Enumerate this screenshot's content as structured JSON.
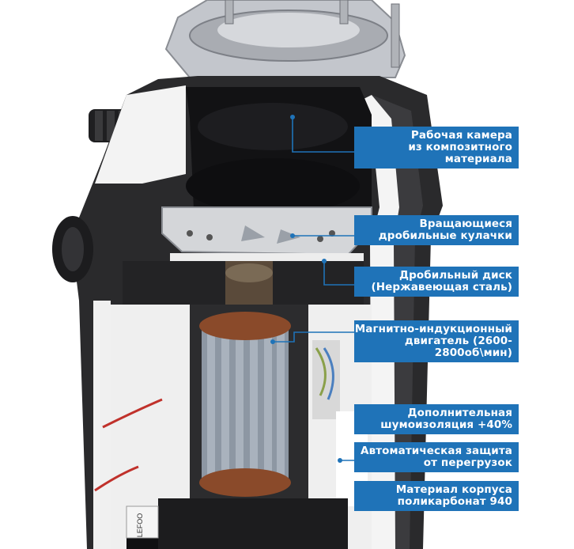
{
  "colors": {
    "accent": "#1f73b8",
    "housing": "#2a2a2c",
    "cutaway": "#ffffff",
    "metal": "#b9bcc2",
    "motor": "#8d97a3",
    "copper": "#8a4a2a"
  },
  "labels": [
    {
      "line1": "Рабочая камера",
      "line2": "из композитного материала"
    },
    {
      "line1": "Вращающиеся",
      "line2": "дробильные кулачки"
    },
    {
      "line1": "Дробильный диск",
      "line2": "(Нержавеющая сталь)"
    },
    {
      "line1": "Магнитно-индукционный",
      "line2": "двигатель (2600-2800об\\мин)"
    },
    {
      "line1": "Дополнительная",
      "line2": "шумоизоляция +40%"
    },
    {
      "line1": "Автоматическая защита",
      "line2": "от перегрузок"
    },
    {
      "line1": "Материал корпуса",
      "line2": "поликарбонат 940"
    }
  ],
  "stamp_text": "LEFOO"
}
